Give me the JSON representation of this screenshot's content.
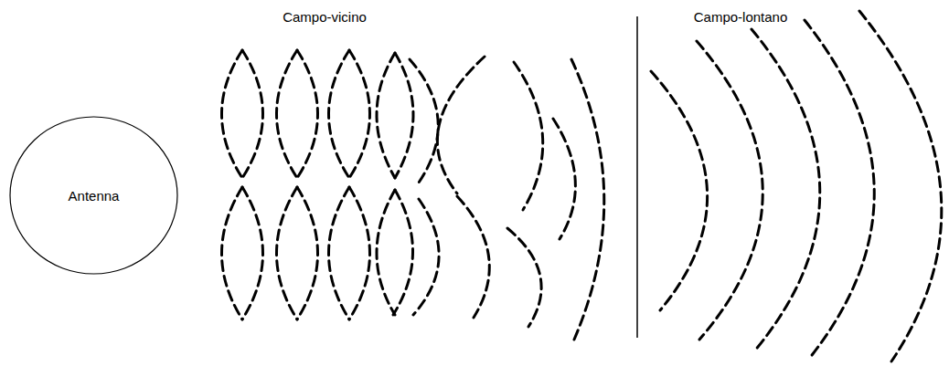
{
  "diagram": {
    "nodes": [
      {
        "text": [
          "Antenna"
        ]
      }
    ],
    "labels": [
      "Campo-vicino",
      "Campo-lontano"
    ]
  }
}
